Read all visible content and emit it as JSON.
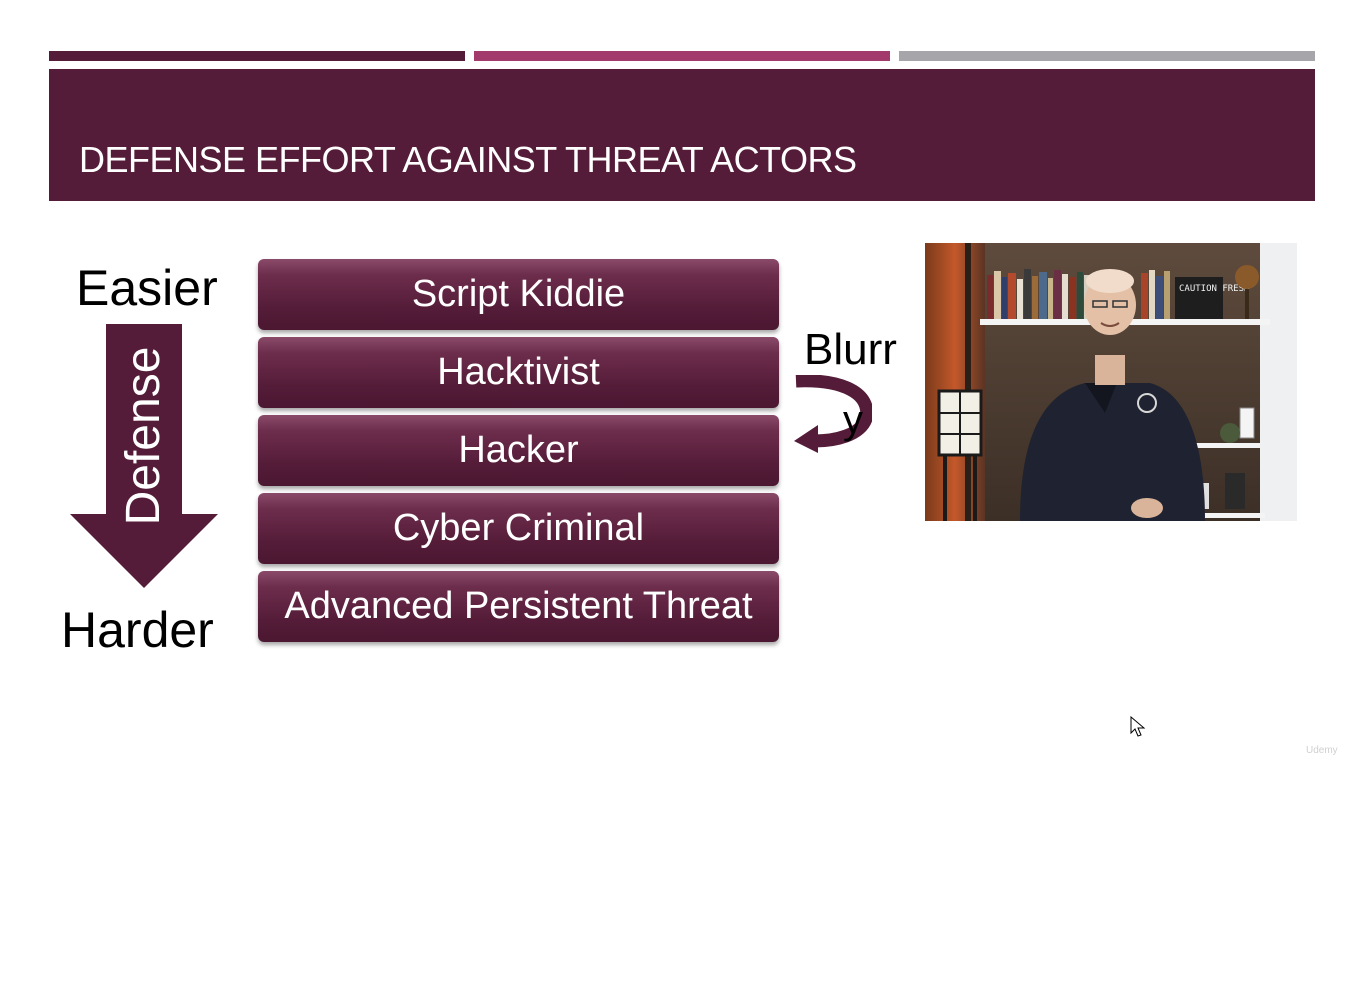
{
  "slide": {
    "title": "DEFENSE EFFORT AGAINST THREAT ACTORS",
    "top_label": "Easier",
    "bottom_label": "Harder",
    "arrow_label": "Defense",
    "threat_actors": [
      "Script Kiddie",
      "Hacktivist",
      "Hacker",
      "Cyber Criminal",
      "Advanced Persistent Threat"
    ],
    "side_note": "Blurr",
    "side_note_tail": "y",
    "video_sign_text": "CAUTION FRESH"
  },
  "colors": {
    "title_band": "#541c38",
    "bar_dark": "#541c38",
    "bar_mid": "#a23a6b",
    "bar_gray": "#a6a6aa"
  },
  "watermark": "Udemy"
}
